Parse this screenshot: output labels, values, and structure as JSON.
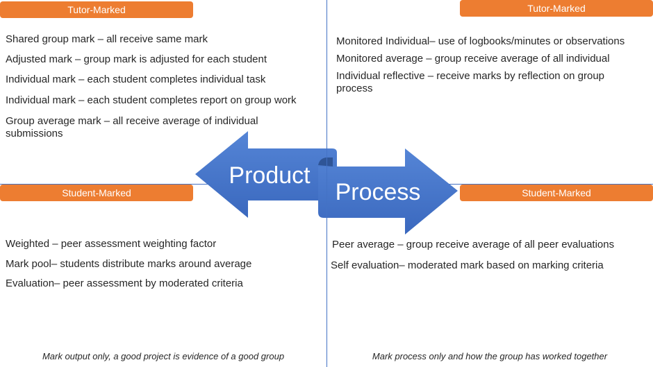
{
  "quadrants": {
    "product_tutor": {
      "label": "Tutor-Marked",
      "items": [
        "Shared group mark – all receive same mark",
        "Adjusted mark – group mark is adjusted for each student",
        "Individual mark – each student completes individual task",
        "Individual mark – each student completes report on group work",
        "Group average mark – all receive average of individual submissions"
      ]
    },
    "process_tutor": {
      "label": "Tutor-Marked",
      "items": [
        "Monitored Individual– use of logbooks/minutes or observations",
        "Monitored average – group receive average of all individual",
        "Individual reflective – receive marks by reflection on group process"
      ]
    },
    "product_student": {
      "label": "Student-Marked",
      "items": [
        "Weighted – peer assessment weighting factor",
        "Mark pool– students distribute marks around average",
        "Evaluation– peer assessment by moderated criteria"
      ]
    },
    "process_student": {
      "label": "Student-Marked",
      "items": [
        "Peer average – group receive average of all peer evaluations",
        "Self evaluation– moderated mark based on marking criteria"
      ]
    }
  },
  "arrows": {
    "product": "Product",
    "process": "Process"
  },
  "captions": {
    "product": "Mark output only, a good project is evidence of a good group",
    "process": "Mark process only and how the group has worked together"
  },
  "colors": {
    "label_bg": "#ED7D31",
    "arrow": "#4472C4",
    "axis": "#4472C4"
  }
}
